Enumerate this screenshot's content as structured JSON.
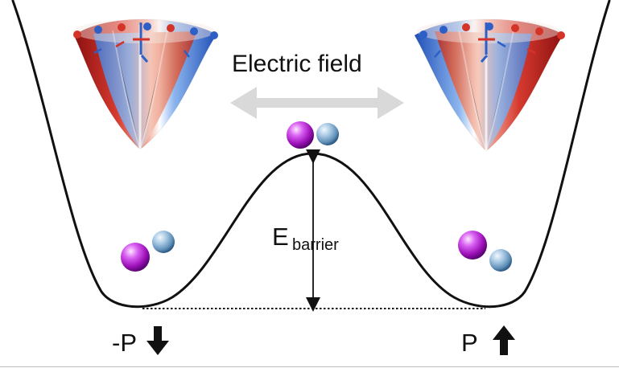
{
  "title": {
    "field_label": "Electric field"
  },
  "barrier": {
    "symbol": "E",
    "subscript": "barrier"
  },
  "states": {
    "left_label": "-P",
    "right_label": "P"
  },
  "icons": {
    "left_polarization_arrow": "arrow-down-icon",
    "right_polarization_arrow": "arrow-up-icon",
    "field_arrow": "double-headed-arrow-icon"
  },
  "colors": {
    "curve": "#111111",
    "field_arrow": "#d9d9d9",
    "atom_purple": "#b21fd0",
    "atom_blue": "#8fb6d6",
    "red_surface": "#d93a2b",
    "blue_surface": "#2d63c9"
  }
}
